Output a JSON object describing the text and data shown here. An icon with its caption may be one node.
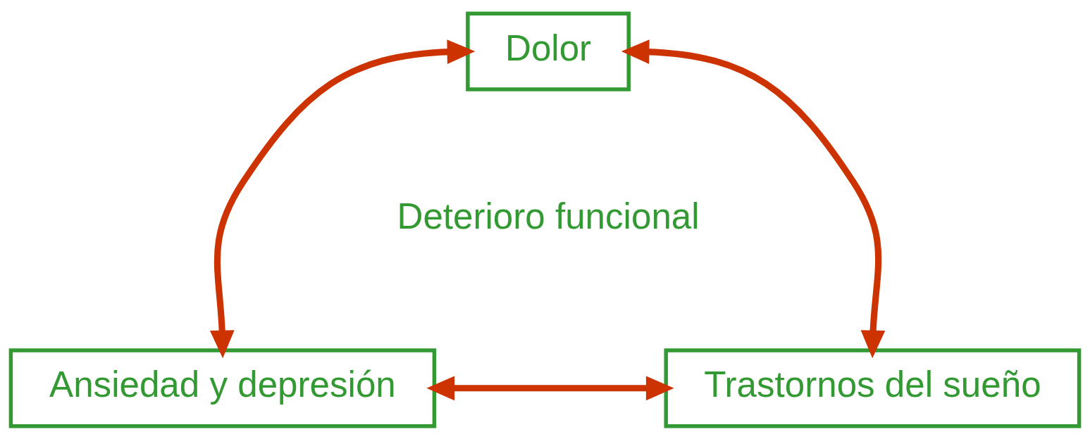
{
  "diagram": {
    "nodes": [
      {
        "text": [
          "Dolor"
        ]
      },
      {
        "text": [
          "Ansiedad y depresión"
        ]
      },
      {
        "text": [
          "Trastornos del sueño"
        ]
      }
    ],
    "edges": [
      {
        "from": 0,
        "to": 1,
        "arrow": "both"
      },
      {
        "from": 1,
        "to": 2,
        "arrow": "both"
      },
      {
        "from": 2,
        "to": 0,
        "arrow": "both"
      }
    ],
    "labels": [
      "Deterioro funcional"
    ]
  }
}
